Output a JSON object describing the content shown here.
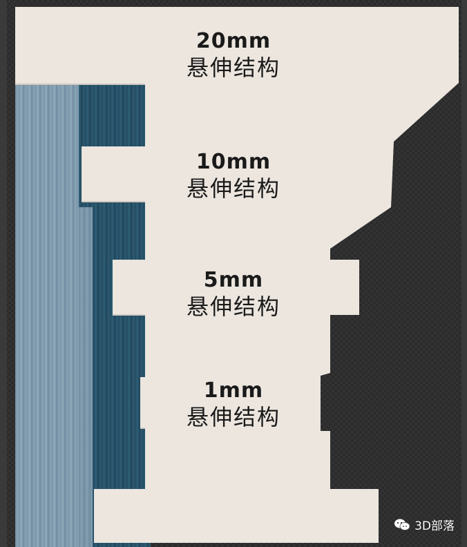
{
  "labels": [
    {
      "size": "20mm",
      "desc": "悬伸结构"
    },
    {
      "size": "10mm",
      "desc": "悬伸结构"
    },
    {
      "size": "5mm",
      "desc": "悬伸结构"
    },
    {
      "size": "1mm",
      "desc": "悬伸结构"
    }
  ],
  "watermark": {
    "text": "3D部落",
    "icon": "chat-bubble-icon"
  },
  "colors": {
    "part": "#ece6df",
    "background_dark": "#2b2b2b",
    "stripe_dark": "#2d5a72",
    "stripe_light": "#8aa3b6",
    "text": "#1a1a1a"
  }
}
